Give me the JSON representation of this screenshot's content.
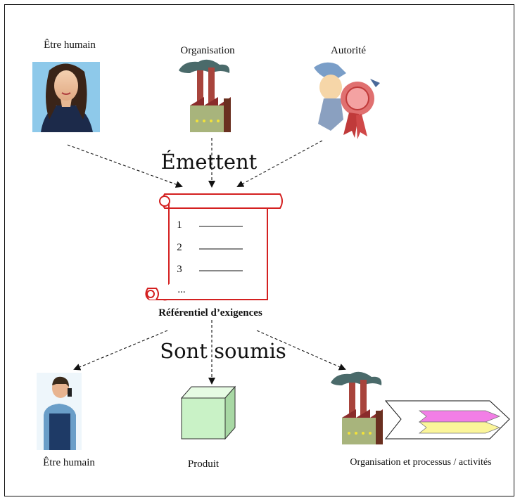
{
  "emitters": {
    "human_label": "Être humain",
    "organisation_label": "Organisation",
    "authority_label": "Autorité"
  },
  "verb_top": "Émettent",
  "scroll": {
    "items": [
      "1",
      "2",
      "3",
      "..."
    ],
    "caption": "Référentiel d’exigences"
  },
  "verb_bottom": "Sont soumis",
  "subjects": {
    "human_label": "Être humain",
    "product_label": "Produit",
    "organisation_label": "Organisation et processus / activités"
  },
  "colors": {
    "scroll_border": "#d42020",
    "product_cube": "#c9f2c6",
    "process_top": "#f27ee6",
    "process_bottom": "#fbf59a",
    "factory_body": "#a8b47c",
    "factory_smoke": "#4a6a6a",
    "factory_chimney": "#a8443c"
  }
}
